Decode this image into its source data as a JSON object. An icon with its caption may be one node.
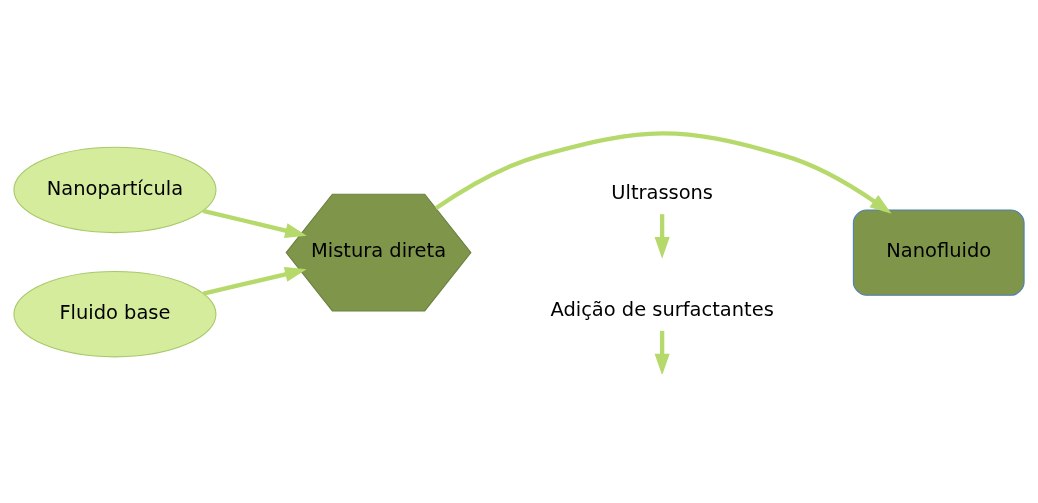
{
  "diagram": {
    "nodes": [
      {
        "text": [
          "Nanopartícula"
        ]
      },
      {
        "text": [
          "Fluido base"
        ]
      },
      {
        "text": [
          "Mistura direta"
        ]
      },
      {
        "text": [
          "Nanofluido"
        ]
      },
      {
        "text": [
          "Ultrassons"
        ]
      },
      {
        "text": [
          "Adição de surfactantes"
        ]
      }
    ],
    "edges": [
      {
        "from": 0,
        "to": 2,
        "arrow": "to"
      },
      {
        "from": 1,
        "to": 2,
        "arrow": "to"
      },
      {
        "from": 2,
        "to": 3,
        "arrow": "to"
      },
      {
        "from": 4,
        "to": null,
        "arrow": "to"
      },
      {
        "from": 5,
        "to": null,
        "arrow": "to"
      }
    ]
  }
}
